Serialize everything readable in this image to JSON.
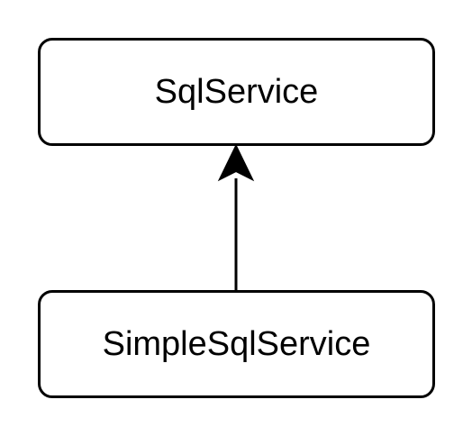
{
  "diagram": {
    "nodes": [
      {
        "id": "sql-service",
        "label": "SqlService"
      },
      {
        "id": "simple-sql-service",
        "label": "SimpleSqlService"
      }
    ],
    "edges": [
      {
        "from": "simple-sql-service",
        "to": "sql-service",
        "arrow": "filled"
      }
    ]
  },
  "colors": {
    "stroke": "#000000",
    "fill": "#ffffff",
    "text": "#000000"
  }
}
